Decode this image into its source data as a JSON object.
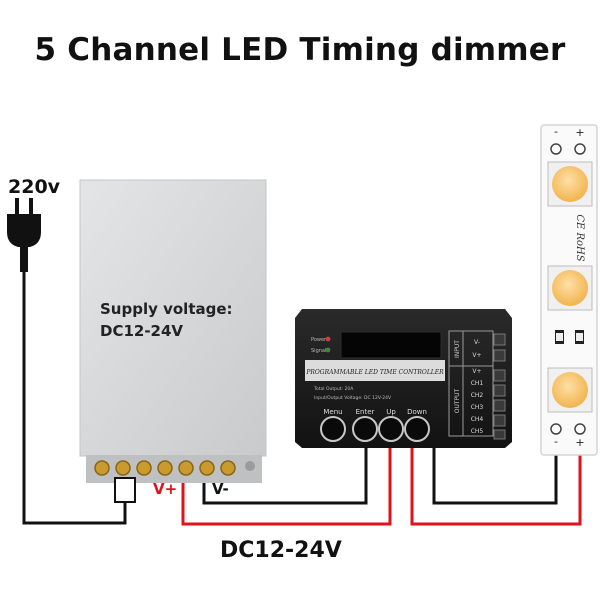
{
  "title": "5 Channel LED Timing dimmer",
  "mains_label": "220v",
  "power_supply": {
    "line1": "Supply voltage:",
    "line2": "DC12-24V",
    "vplus": "V+",
    "vminus": "V-"
  },
  "controller": {
    "power_indicator": "Power",
    "signal_indicator": "Signal",
    "model_text": "PROGRAMMABLE LED TIME CONTROLLER",
    "spec_output": "Total Output: 20A",
    "spec_voltage": "Input/Output Voltage: DC 12V-24V",
    "buttons": [
      "Menu",
      "Enter",
      "Up",
      "Down"
    ],
    "input_group": "INPUT",
    "output_group": "OUTPUT",
    "input_terminals": [
      "V-",
      "V+"
    ],
    "output_terminals": [
      "V+",
      "CH1",
      "CH2",
      "CH3",
      "CH4",
      "CH5"
    ]
  },
  "led_strip": {
    "marking": "CE RoHS",
    "minus": "-",
    "plus": "+"
  },
  "bottom_label": "DC12-24V",
  "colors": {
    "positive_wire": "#e0131b",
    "negative_wire": "#111111",
    "housing": "#d6d7d9",
    "controller": "#1c1c1c",
    "led": "#f6c36a"
  }
}
